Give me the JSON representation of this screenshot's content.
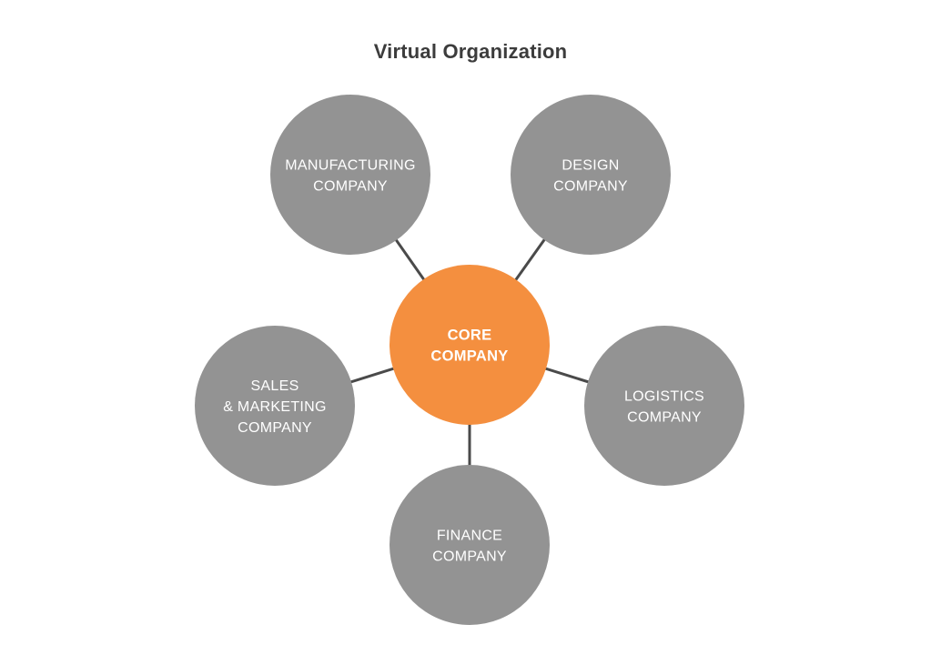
{
  "title": "Virtual Organization",
  "colors": {
    "satellite": "#939393",
    "core": "#f48f3f",
    "connector": "#4a4a4a",
    "label": "#ffffff",
    "title": "#3c3c3c"
  },
  "core": {
    "lines": [
      "CORE",
      "COMPANY"
    ]
  },
  "satellites": [
    {
      "id": "manufacturing",
      "lines": [
        "MANUFACTURING",
        "COMPANY"
      ]
    },
    {
      "id": "design",
      "lines": [
        "DESIGN",
        "COMPANY"
      ]
    },
    {
      "id": "logistics",
      "lines": [
        "LOGISTICS",
        "COMPANY"
      ]
    },
    {
      "id": "finance",
      "lines": [
        "FINANCE",
        "COMPANY"
      ]
    },
    {
      "id": "sales-marketing",
      "lines": [
        "SALES",
        "& MARKETING",
        "COMPANY"
      ]
    }
  ]
}
